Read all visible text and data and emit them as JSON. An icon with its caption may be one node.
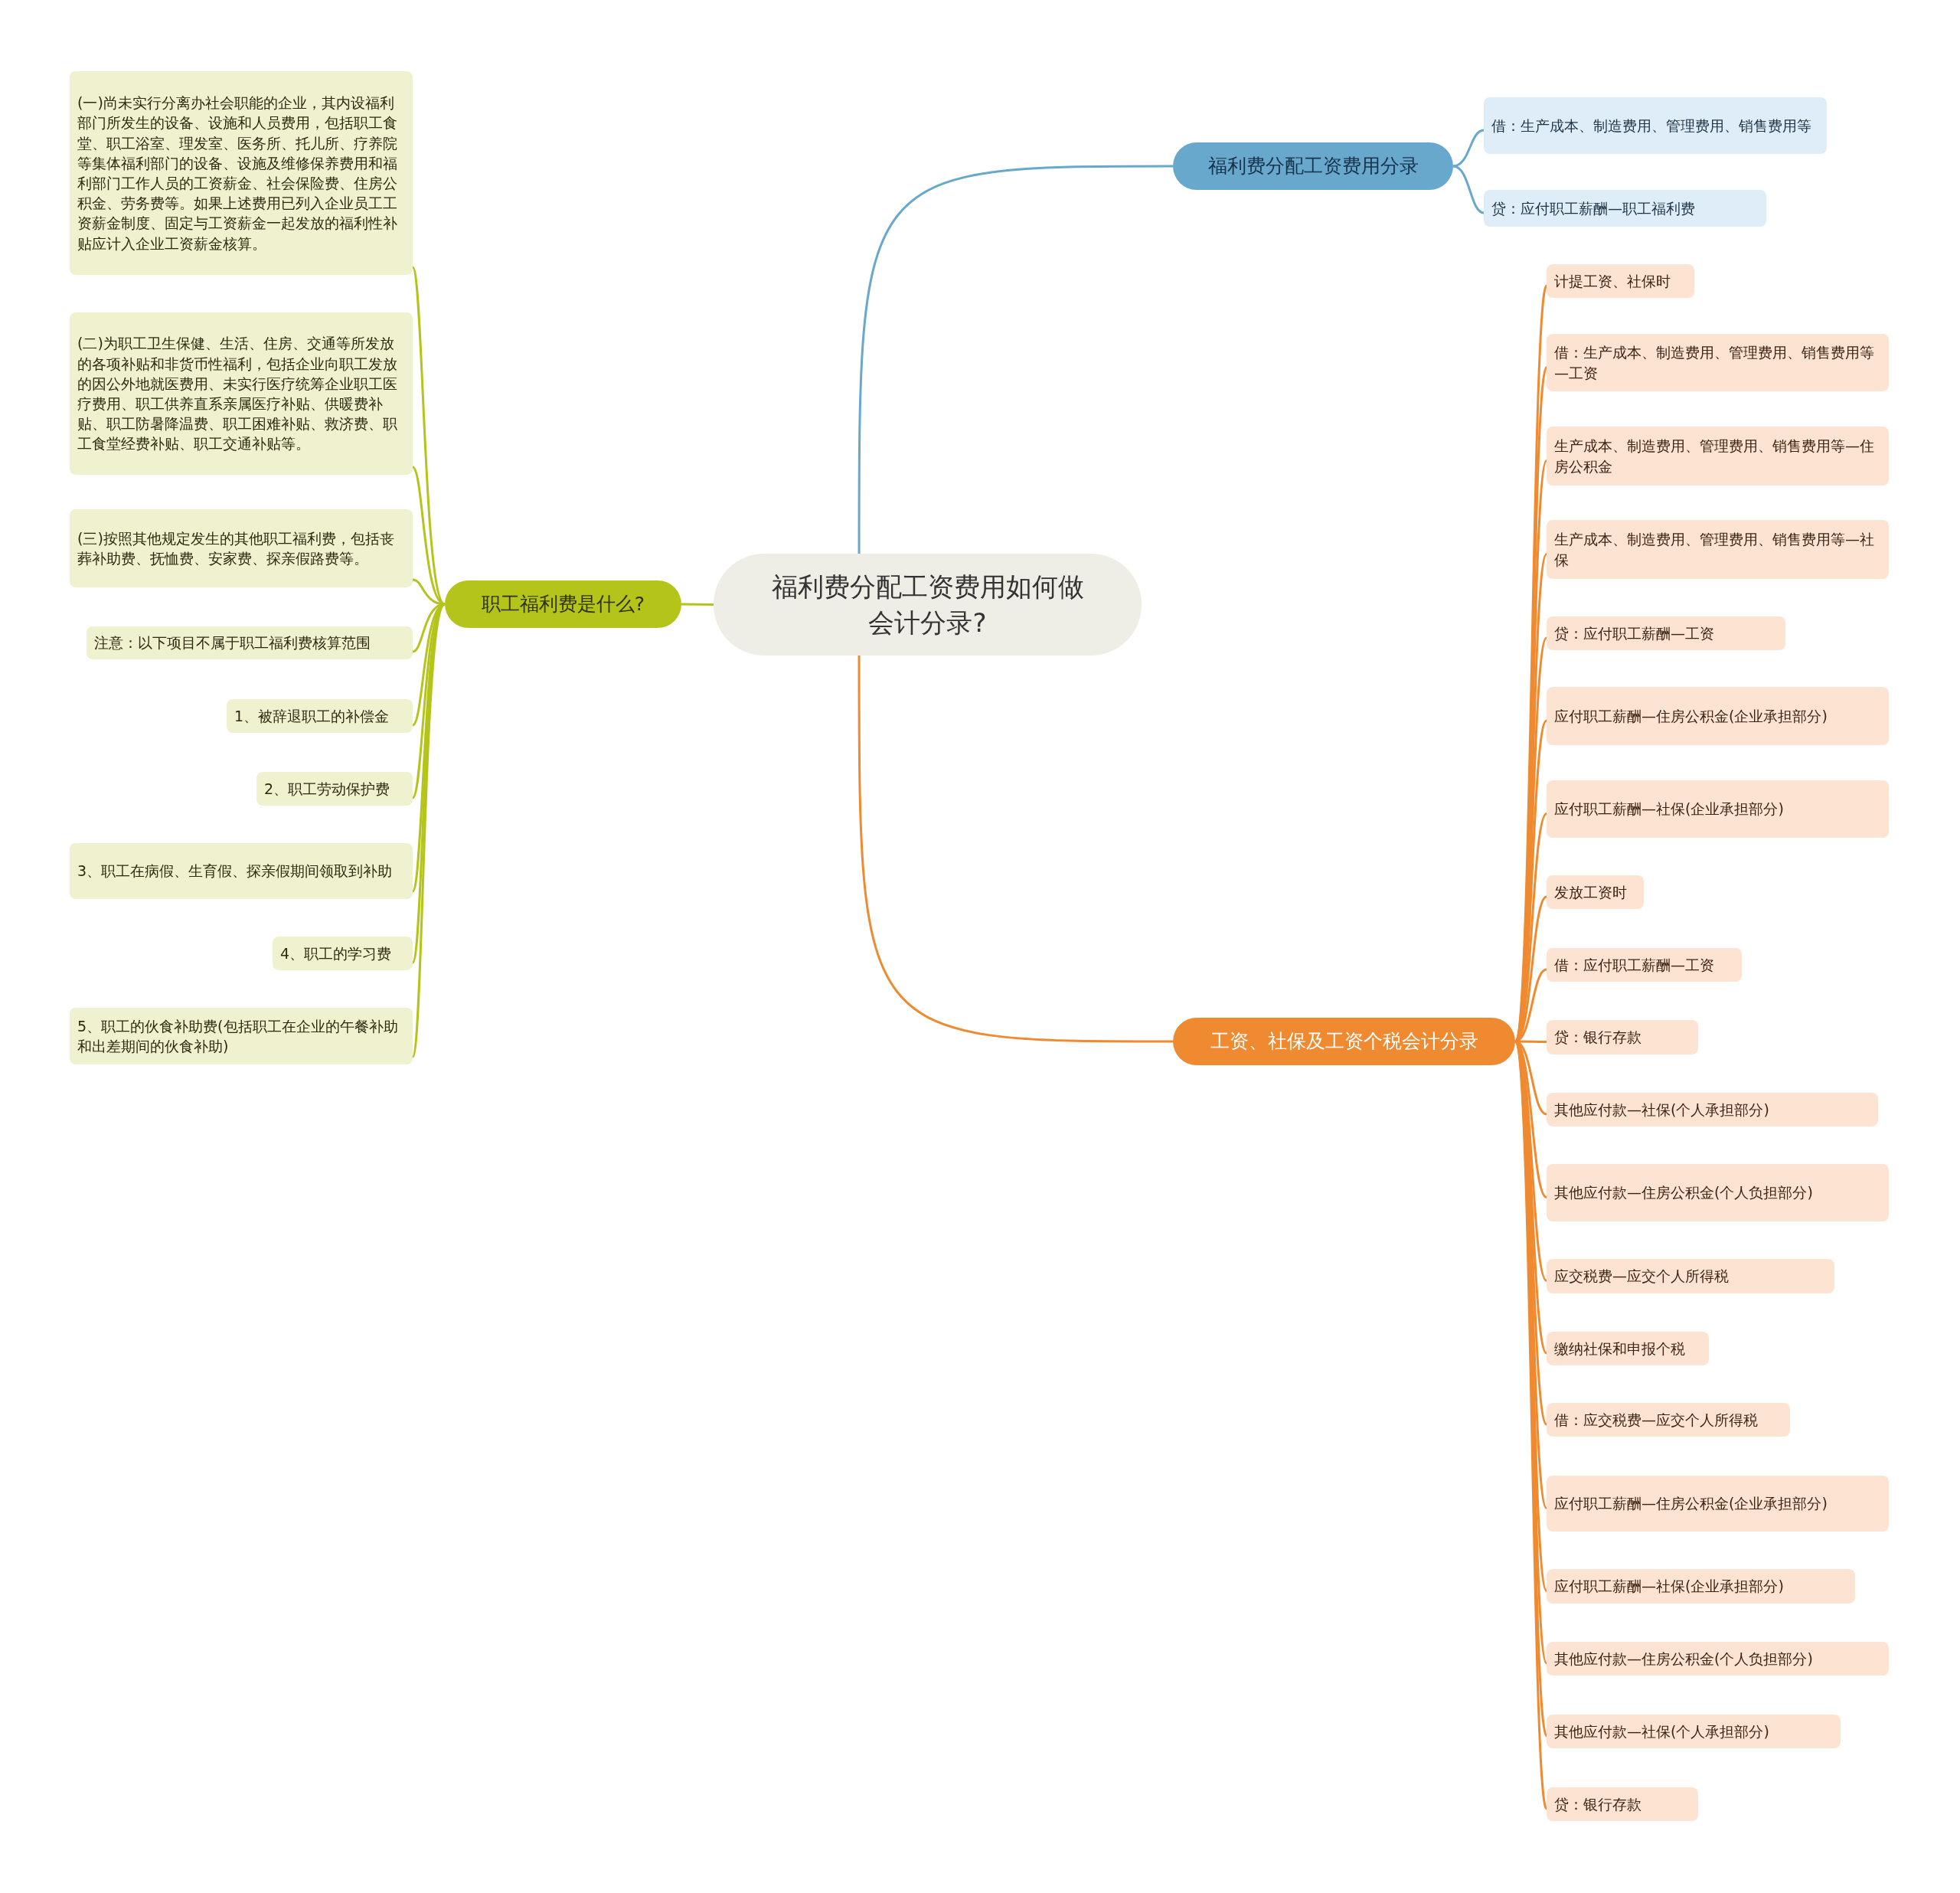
{
  "diagram": {
    "nodes": [
      {
        "text": [
          "福利费分配工资费用如何做会计分录?"
        ]
      },
      {
        "text": [
          "职工福利费是什么?"
        ]
      },
      {
        "text": [
          "(一)尚未实行分离办社会职能的企业，其内设福利部门所发生的设备、设施和人员费用，包括职工食堂、职工浴室、理发室、医务所、托儿所、疗养院等集体福利部门的设备、设施及维修保养费用和福利部门工作人员的工资薪金、社会保险费、住房公积金、劳务费等。如果上述费用已列入企业员工工资薪金制度、固定与工资薪金一起发放的福利性补贴应计入企业工资薪金核算。"
        ]
      },
      {
        "text": [
          "(二)为职工卫生保健、生活、住房、交通等所发放的各项补贴和非货币性福利，包括企业向职工发放的因公外地就医费用、未实行医疗统筹企业职工医疗费用、职工供养直系亲属医疗补贴、供暖费补贴、职工防暑降温费、职工困难补贴、救济费、职工食堂经费补贴、职工交通补贴等。"
        ]
      },
      {
        "text": [
          "(三)按照其他规定发生的其他职工福利费，包括丧葬补助费、抚恤费、安家费、探亲假路费等。"
        ]
      },
      {
        "text": [
          "注意：以下项目不属于职工福利费核算范围"
        ]
      },
      {
        "text": [
          "1、被辞退职工的补偿金"
        ]
      },
      {
        "text": [
          "2、职工劳动保护费"
        ]
      },
      {
        "text": [
          "3、职工在病假、生育假、探亲假期间领取到补助"
        ]
      },
      {
        "text": [
          "4、职工的学习费"
        ]
      },
      {
        "text": [
          "5、职工的伙食补助费(包括职工在企业的午餐补助和出差期间的伙食补助)"
        ]
      },
      {
        "text": [
          "福利费分配工资费用分录"
        ]
      },
      {
        "text": [
          "借：生产成本、制造费用、管理费用、销售费用等"
        ]
      },
      {
        "text": [
          "贷：应付职工薪酬—职工福利费"
        ]
      },
      {
        "text": [
          "工资、社保及工资个税会计分录"
        ]
      },
      {
        "text": [
          "计提工资、社保时"
        ]
      },
      {
        "text": [
          "借：生产成本、制造费用、管理费用、销售费用等—工资"
        ]
      },
      {
        "text": [
          "生产成本、制造费用、管理费用、销售费用等—住房公积金"
        ]
      },
      {
        "text": [
          "生产成本、制造费用、管理费用、销售费用等—社保"
        ]
      },
      {
        "text": [
          "贷：应付职工薪酬—工资"
        ]
      },
      {
        "text": [
          "应付职工薪酬—住房公积金(企业承担部分)"
        ]
      },
      {
        "text": [
          "应付职工薪酬—社保(企业承担部分)"
        ]
      },
      {
        "text": [
          "发放工资时"
        ]
      },
      {
        "text": [
          "借：应付职工薪酬—工资"
        ]
      },
      {
        "text": [
          "贷：银行存款"
        ]
      },
      {
        "text": [
          "其他应付款—社保(个人承担部分)"
        ]
      },
      {
        "text": [
          "其他应付款—住房公积金(个人负担部分)"
        ]
      },
      {
        "text": [
          "应交税费—应交个人所得税"
        ]
      },
      {
        "text": [
          "缴纳社保和申报个税"
        ]
      },
      {
        "text": [
          "借：应交税费—应交个人所得税"
        ]
      },
      {
        "text": [
          "应付职工薪酬—住房公积金(企业承担部分)"
        ]
      },
      {
        "text": [
          "应付职工薪酬—社保(企业承担部分)"
        ]
      },
      {
        "text": [
          "其他应付款—住房公积金(个人负担部分)"
        ]
      },
      {
        "text": [
          "其他应付款—社保(个人承担部分)"
        ]
      },
      {
        "text": [
          "贷：银行存款"
        ]
      }
    ],
    "edges": [
      {
        "from": 0,
        "to": 1,
        "arrow": "none",
        "color": "#b5c41a"
      },
      {
        "from": 1,
        "to": 2,
        "arrow": "none",
        "color": "#b5c41a"
      },
      {
        "from": 1,
        "to": 3,
        "arrow": "none",
        "color": "#b5c41a"
      },
      {
        "from": 1,
        "to": 4,
        "arrow": "none",
        "color": "#b5c41a"
      },
      {
        "from": 1,
        "to": 5,
        "arrow": "none",
        "color": "#b5c41a"
      },
      {
        "from": 1,
        "to": 6,
        "arrow": "none",
        "color": "#b5c41a"
      },
      {
        "from": 1,
        "to": 7,
        "arrow": "none",
        "color": "#b5c41a"
      },
      {
        "from": 1,
        "to": 8,
        "arrow": "none",
        "color": "#b5c41a"
      },
      {
        "from": 1,
        "to": 9,
        "arrow": "none",
        "color": "#b5c41a"
      },
      {
        "from": 1,
        "to": 10,
        "arrow": "none",
        "color": "#b5c41a"
      },
      {
        "from": 0,
        "to": 11,
        "arrow": "none",
        "color": "#68a8cc"
      },
      {
        "from": 11,
        "to": 12,
        "arrow": "none",
        "color": "#68a8cc"
      },
      {
        "from": 11,
        "to": 13,
        "arrow": "none",
        "color": "#68a8cc"
      },
      {
        "from": 0,
        "to": 14,
        "arrow": "none"
      },
      {
        "from": 14,
        "to": 15,
        "arrow": "none"
      },
      {
        "from": 14,
        "to": 16,
        "arrow": "none"
      },
      {
        "from": 14,
        "to": 17,
        "arrow": "none"
      },
      {
        "from": 14,
        "to": 18,
        "arrow": "none"
      },
      {
        "from": 14,
        "to": 19,
        "arrow": "none"
      },
      {
        "from": 14,
        "to": 20,
        "arrow": "none"
      },
      {
        "from": 14,
        "to": 21,
        "arrow": "none"
      },
      {
        "from": 14,
        "to": 22,
        "arrow": "none"
      },
      {
        "from": 14,
        "to": 23,
        "arrow": "none"
      },
      {
        "from": 14,
        "to": 24,
        "arrow": "none"
      },
      {
        "from": 14,
        "to": 25,
        "arrow": "none"
      },
      {
        "from": 14,
        "to": 26,
        "arrow": "none"
      },
      {
        "from": 14,
        "to": 27,
        "arrow": "none"
      },
      {
        "from": 14,
        "to": 28,
        "arrow": "none"
      },
      {
        "from": 14,
        "to": 29,
        "arrow": "none"
      },
      {
        "from": 14,
        "to": 30,
        "arrow": "none"
      },
      {
        "from": 14,
        "to": 31,
        "arrow": "none"
      },
      {
        "from": 14,
        "to": 32,
        "arrow": "none"
      },
      {
        "from": 14,
        "to": 33,
        "arrow": "none"
      },
      {
        "from": 14,
        "to": 34,
        "arrow": "none"
      }
    ]
  }
}
